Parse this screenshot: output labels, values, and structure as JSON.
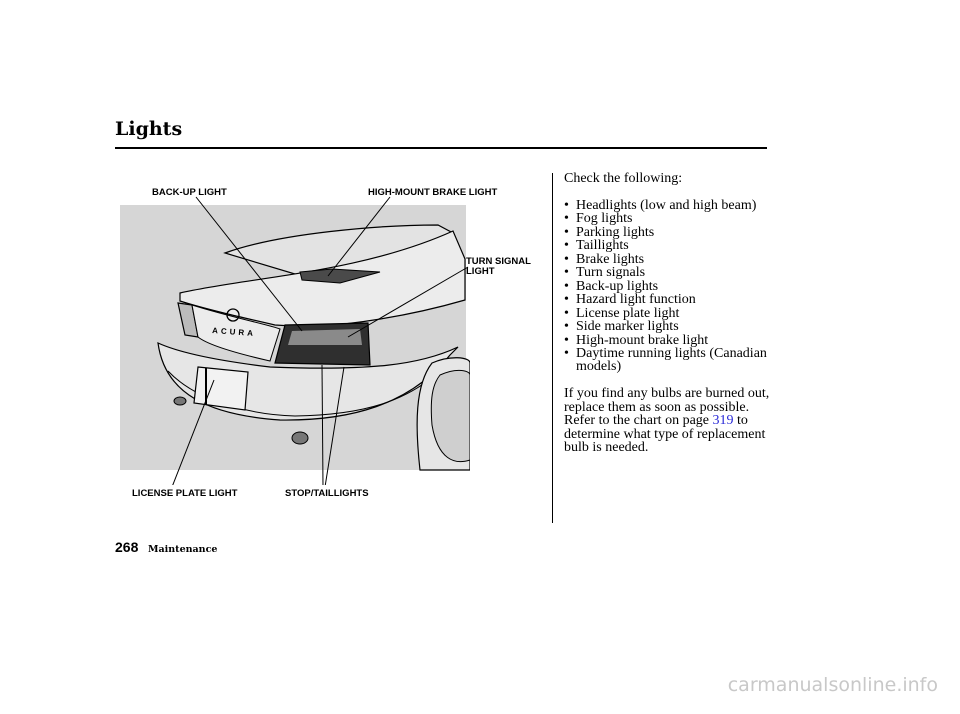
{
  "page": {
    "title": "Lights",
    "page_number": "268",
    "section": "Maintenance"
  },
  "callouts": {
    "backup": "BACK-UP LIGHT",
    "highmount": "HIGH-MOUNT BRAKE LIGHT",
    "turn_signal": "TURN SIGNAL\nLIGHT",
    "license_plate": "LICENSE PLATE LIGHT",
    "stop_tail": "STOP/TAILLIGHTS"
  },
  "body": {
    "lead": "Check the following:",
    "bullet_symbol": "•",
    "items": [
      "Headlights (low and high beam)",
      "Fog lights",
      "Parking lights",
      "Taillights",
      "Brake lights",
      "Turn signals",
      "Back-up lights",
      "Hazard light function",
      "License plate light",
      "Side marker lights",
      "High-mount brake light",
      "Daytime running lights (Canadian models)"
    ],
    "closing_before": "If you find any bulbs are burned out, replace them as soon as possible. Refer to the chart on page ",
    "closing_link": "319",
    "closing_after": " to determine what type of replacement bulb is needed."
  },
  "illustration": {
    "badge": "ACURA"
  },
  "watermark": "carmanualsonline.info",
  "colors": {
    "link": "#2a2ad8",
    "car_fill": "#e9e9e9",
    "background_panel": "#d6d6d6"
  }
}
